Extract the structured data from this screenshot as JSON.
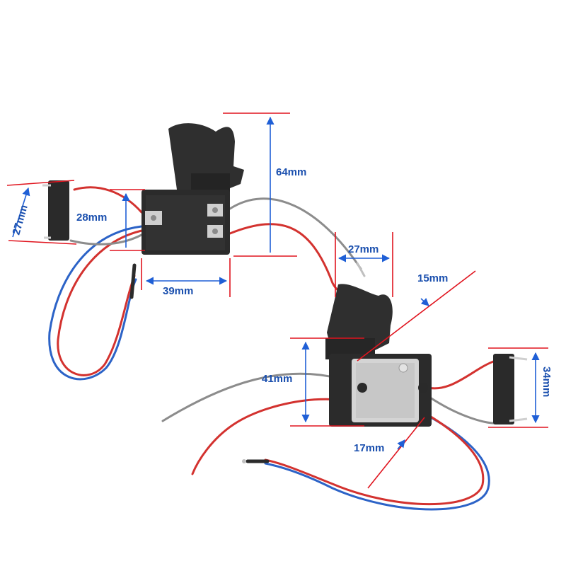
{
  "colors": {
    "background": "#ffffff",
    "dimension_line": "#e0141e",
    "arrow": "#1f5fd6",
    "label": "#1a4fae",
    "switch_body": "#2b2b2b",
    "wire_red": "#d3322f",
    "wire_blue": "#2c63c7",
    "wire_grey": "#8c8c8c",
    "metal": "#cfcfcf"
  },
  "dimensions": [
    {
      "id": "dim-64",
      "label": "64mm"
    },
    {
      "id": "dim-28",
      "label": "28mm"
    },
    {
      "id": "dim-27-left",
      "label": "27mm"
    },
    {
      "id": "dim-39",
      "label": "39mm"
    },
    {
      "id": "dim-27-top",
      "label": "27mm"
    },
    {
      "id": "dim-15",
      "label": "15mm"
    },
    {
      "id": "dim-41",
      "label": "41mm"
    },
    {
      "id": "dim-17",
      "label": "17mm"
    },
    {
      "id": "dim-34",
      "label": "34mm"
    }
  ],
  "components": [
    {
      "name": "trigger-switch-front",
      "icon": "trigger-switch-icon"
    },
    {
      "name": "trigger-switch-side",
      "icon": "trigger-switch-icon"
    },
    {
      "name": "battery-contact-left",
      "icon": "contact-plate-icon"
    },
    {
      "name": "battery-contact-right",
      "icon": "contact-plate-icon"
    }
  ]
}
